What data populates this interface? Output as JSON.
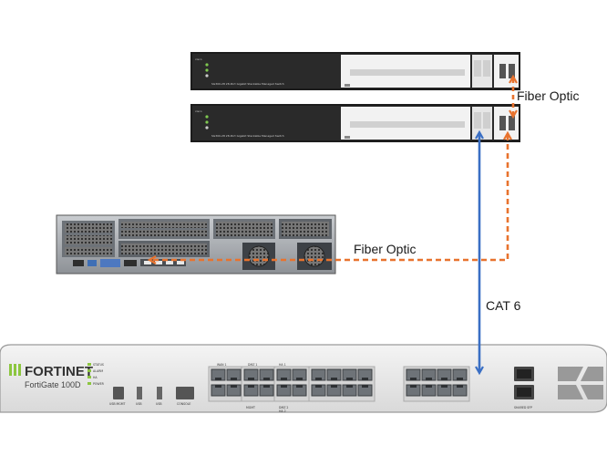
{
  "labels": {
    "fiber_top": "Fiber Optic",
    "fiber_server": "Fiber Optic",
    "cat6": "CAT 6"
  },
  "switch": {
    "logo": "cisco",
    "model_text": "SG300-28  28-Port Gigabit Stackable Managed Switch"
  },
  "firewall": {
    "brand": "FORTINET",
    "model": "FortiGate 100D",
    "leds": [
      "STATUS",
      "ALARM",
      "HA",
      "POWER"
    ],
    "port_labels": [
      "WAN 1",
      "DMZ 1",
      "HA 1",
      "MGMT",
      "DMZ 2",
      "HA 2",
      "USB MGMT",
      "USB",
      "CONSOLE",
      "SHARED SFP"
    ]
  },
  "colors": {
    "fiber": "#e8732e",
    "cat6": "#3a6fc4"
  }
}
